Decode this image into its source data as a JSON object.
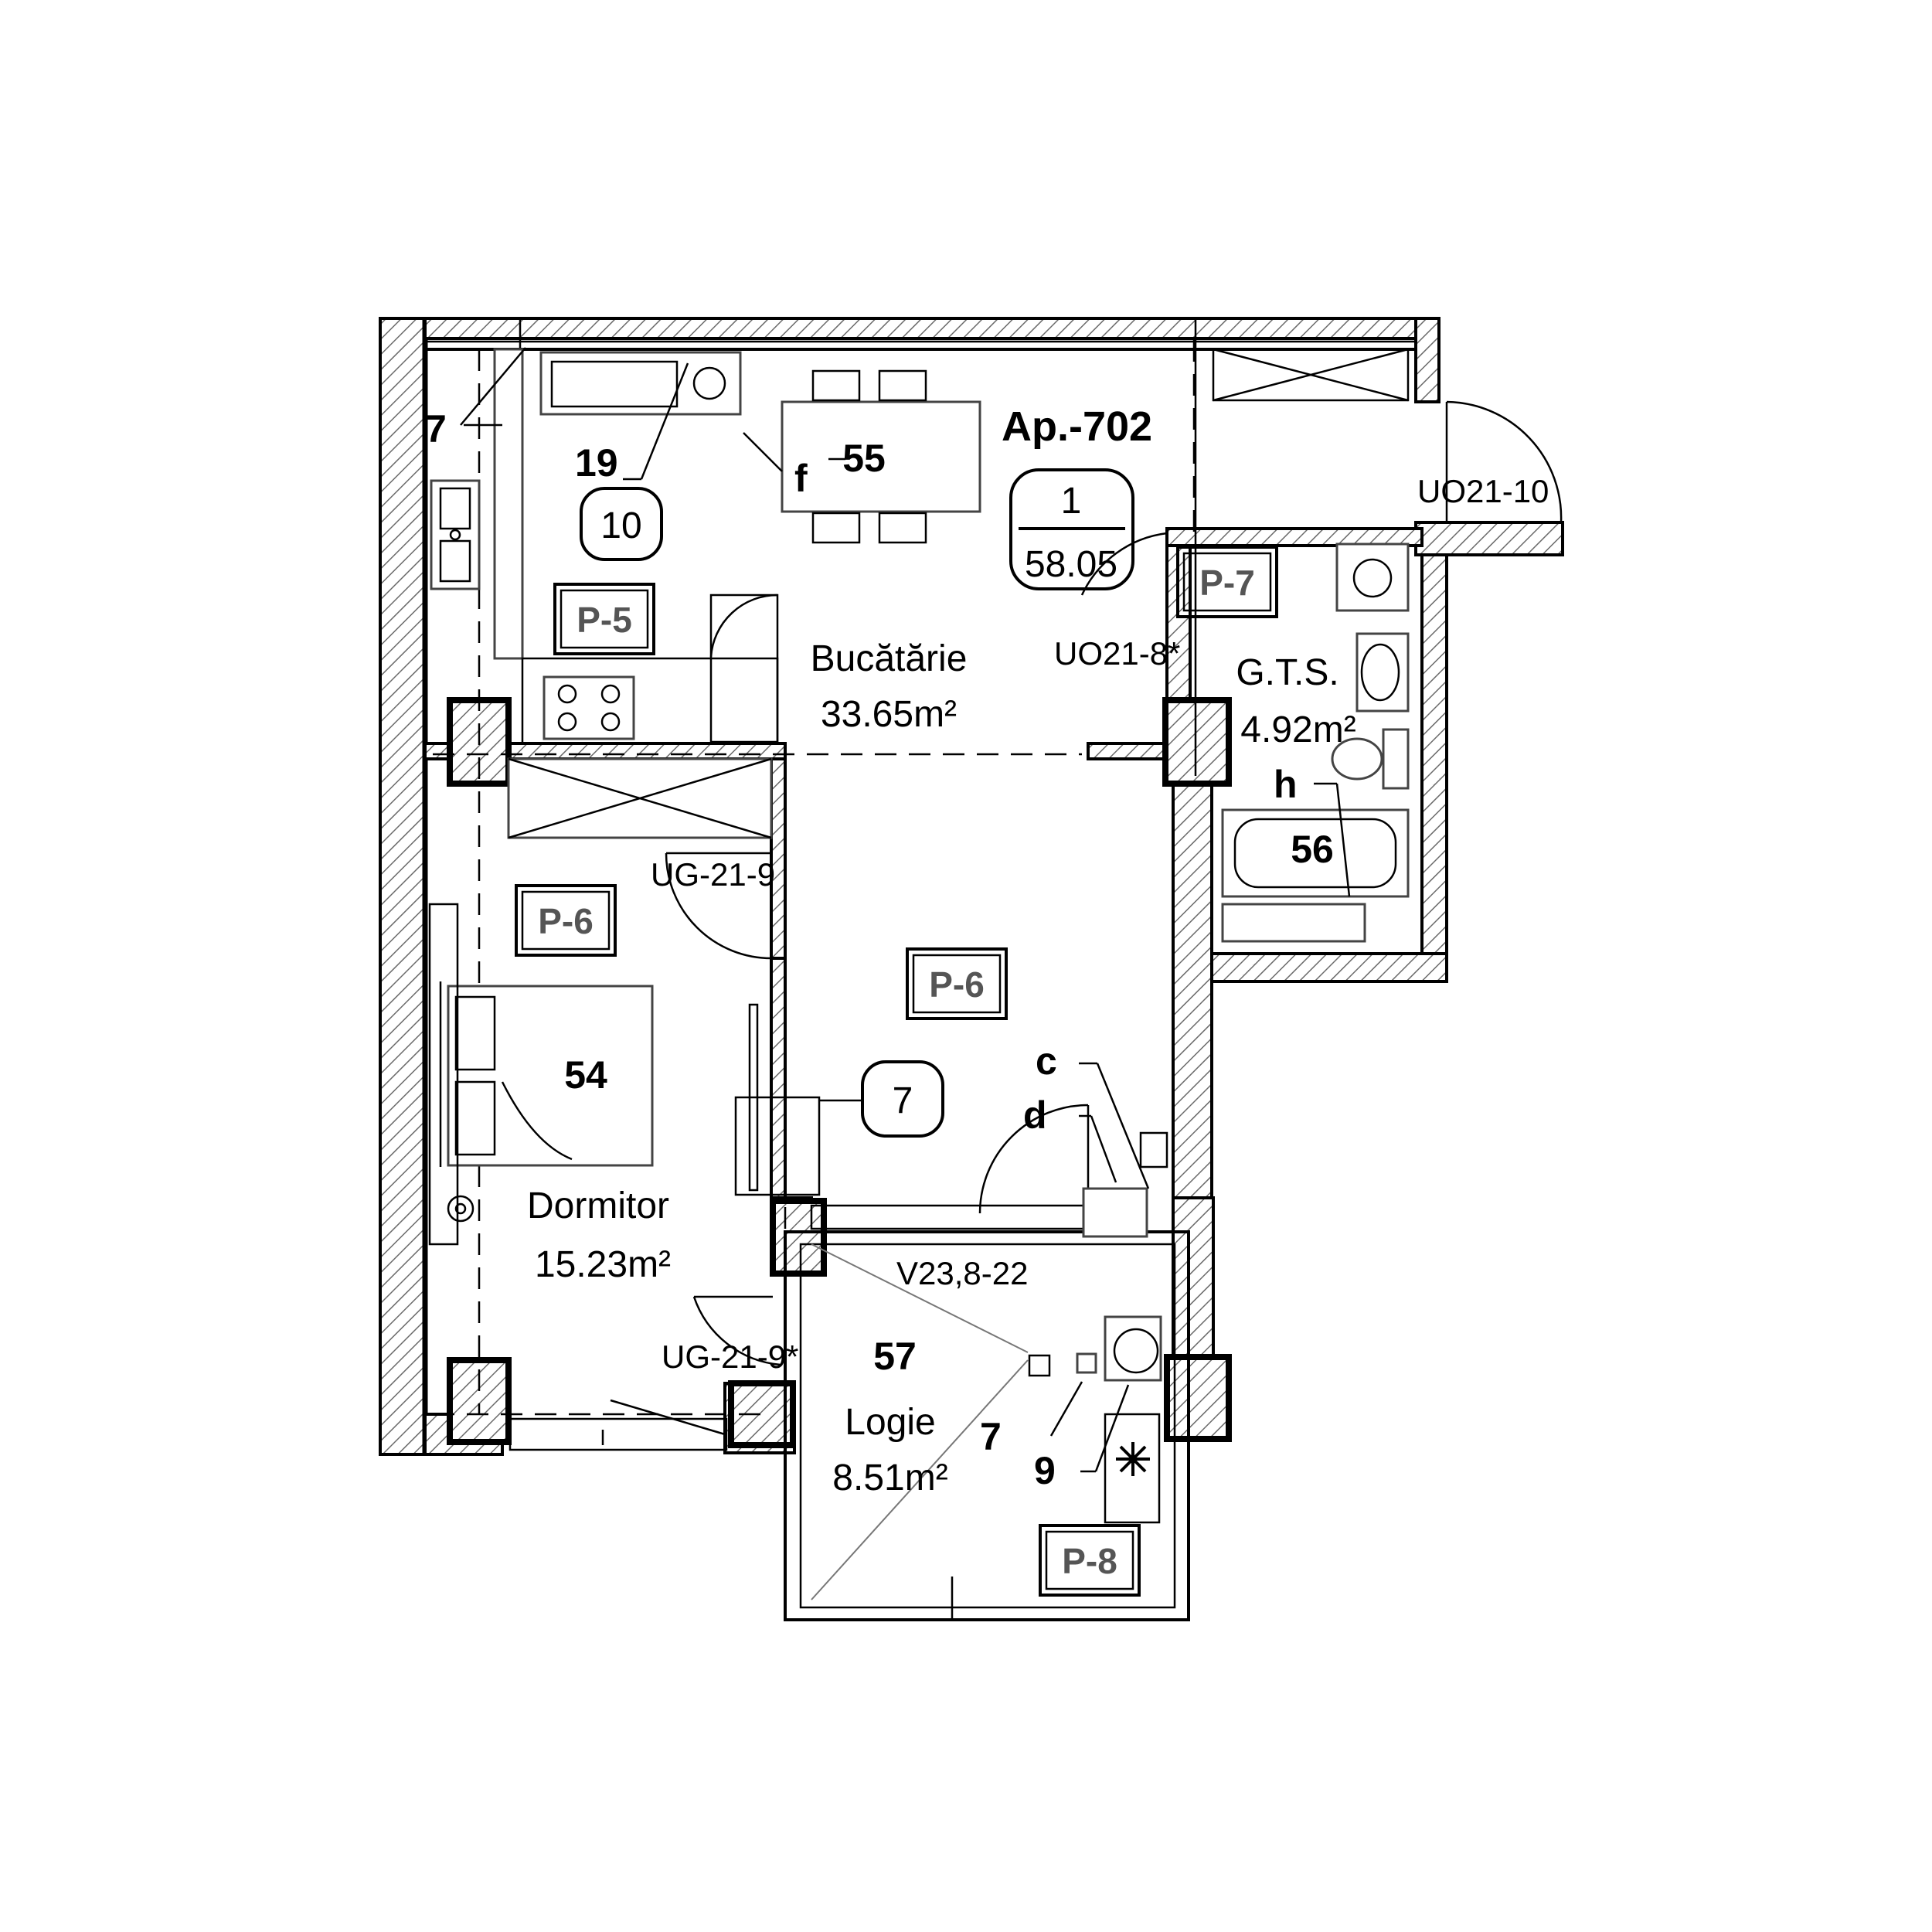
{
  "apartment": {
    "title": "Ap.-702",
    "type_number": "1",
    "total_area": "58.05"
  },
  "rooms": {
    "kitchen": {
      "name": "Bucătărie",
      "area": "33.65m²"
    },
    "bathroom": {
      "name": "G.T.S.",
      "area": "4.92m²"
    },
    "bedroom": {
      "name": "Dormitor",
      "area": "15.23m²"
    },
    "loggia": {
      "name": "Logie",
      "area": "8.51m²"
    }
  },
  "room_numbers": {
    "kitchen": "55",
    "bedroom": "54",
    "bathroom": "56",
    "loggia": "57"
  },
  "floor_tags": {
    "kitchen": "P-5",
    "bedroom": "P-6",
    "hall": "P-6",
    "bathroom": "P-7",
    "loggia": "P-8"
  },
  "door_labels": {
    "entrance": "UO21-10",
    "bathroom": "UO21-8*",
    "bedroom": "UG-21-9",
    "loggia": "UG-21-9*",
    "window": "V23,8-22"
  },
  "equipment_markers": {
    "kitchen_left_7": "7",
    "kitchen_19": "19",
    "kitchen_box_10": "10",
    "kitchen_f": "f",
    "bathroom_h": "h",
    "hall_box_7": "7",
    "hall_c": "c",
    "hall_d": "d",
    "loggia_7": "7",
    "loggia_9": "9"
  },
  "icons": [
    "sink-icon",
    "stove-icon",
    "dining-table-icon",
    "bed-icon",
    "bathtub-icon",
    "toilet-icon",
    "washbasin-icon",
    "washing-machine-icon",
    "fan-icon",
    "snowflake-icon",
    "plant-icon"
  ]
}
